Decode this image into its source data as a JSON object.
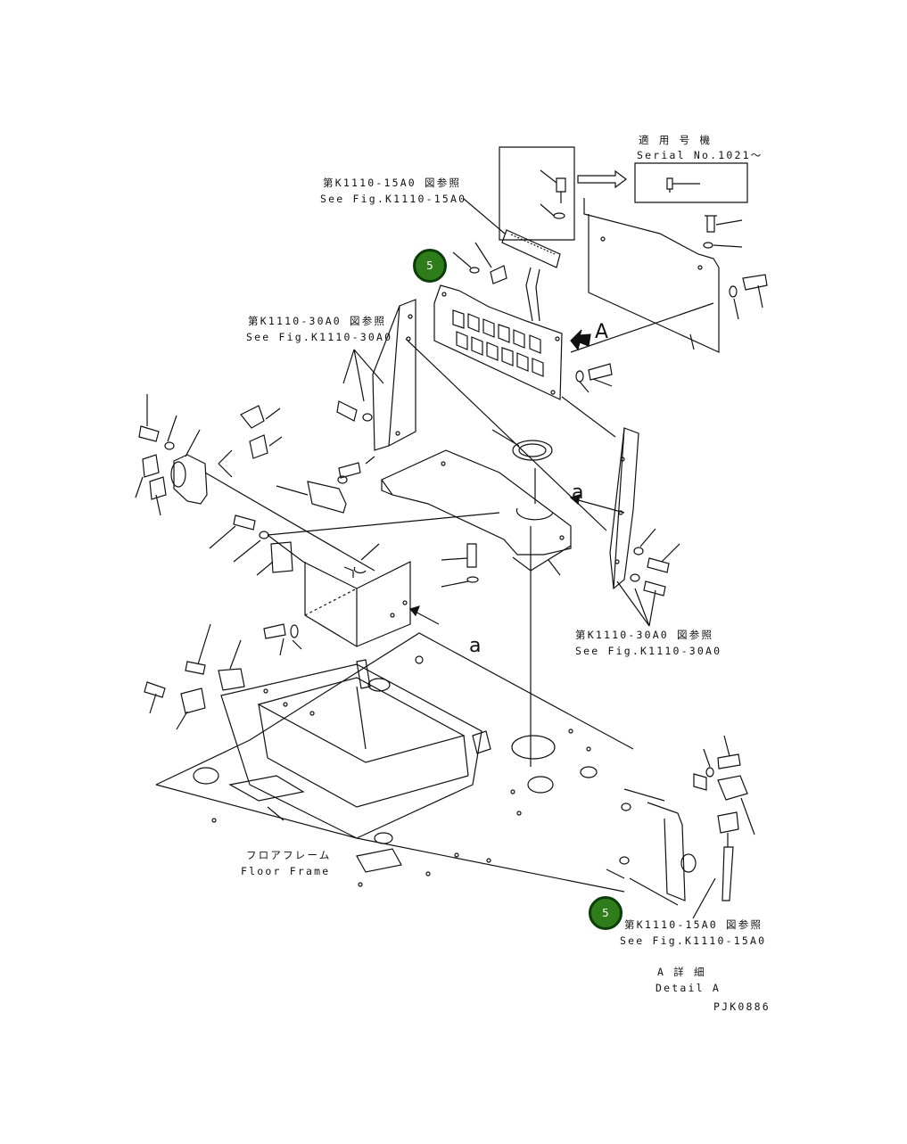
{
  "labels": {
    "serial_jp": "適 用 号 機",
    "serial_en": "Serial No.1021～",
    "ref_15a0_top_jp": "第K1110-15A0 図参照",
    "ref_15a0_top_en": "See Fig.K1110-15A0",
    "ref_30a0_left_jp": "第K1110-30A0 図参照",
    "ref_30a0_left_en": "See Fig.K1110-30A0",
    "ref_30a0_right_jp": "第K1110-30A0 図参照",
    "ref_30a0_right_en": "See Fig.K1110-30A0",
    "floor_jp": "フロアフレーム",
    "floor_en": "Floor Frame",
    "ref_15a0_bottom_jp": "第K1110-15A0 図参照",
    "ref_15a0_bottom_en": "See Fig.K1110-15A0",
    "detail_jp": "A 詳 細",
    "detail_en": "Detail A",
    "drawing_code": "PJK0886",
    "view_mark_A": "A",
    "mark_a_upper": "a",
    "mark_a_lower": "a"
  },
  "callouts": [
    {
      "number": "5",
      "color": "#2e7d1a"
    },
    {
      "number": "5",
      "color": "#2e7d1a"
    }
  ],
  "colors": {
    "line": "#111111",
    "callout_fill": "#2e7d1a",
    "callout_border": "#0b3d08"
  }
}
